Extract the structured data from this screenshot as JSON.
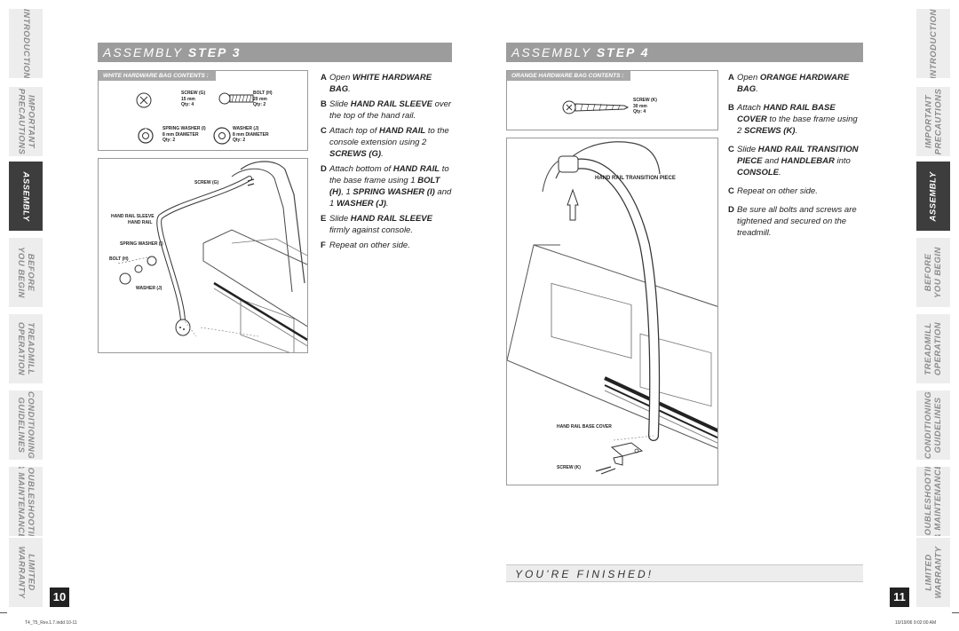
{
  "side_tabs": [
    "INTRODUCTION",
    "IMPORTANT\nPRECAUTIONS",
    "ASSEMBLY",
    "BEFORE\nYOU BEGIN",
    "TREADMILL\nOPERATION",
    "CONDITIONING\nGUIDELINES",
    "TROUBLESHOOTING\n& MAINTENANCE",
    "LIMITED\nWARRANTY"
  ],
  "active_tab_index": 2,
  "step3": {
    "title_prefix": "ASSEMBLY",
    "title_step": "STEP 3",
    "hardware_title": "WHITE HARDWARE BAG CONTENTS :",
    "parts": [
      {
        "name": "SCREW (G)",
        "spec": "15 mm",
        "qty": "Qty: 4"
      },
      {
        "name": "BOLT (H)",
        "spec": "20 mm",
        "qty": "Qty: 2"
      },
      {
        "name": "SPRING WASHER (I)",
        "spec": "8 mm DIAMETER",
        "qty": "Qty: 2"
      },
      {
        "name": "WASHER (J)",
        "spec": "8 mm DIAMETER",
        "qty": "Qty: 2"
      }
    ],
    "labels": {
      "screw": "SCREW (G)",
      "sleeve": "HAND RAIL SLEEVE",
      "rail": "HAND RAIL",
      "spring_washer": "SPRING WASHER (I)",
      "bolt": "BOLT (H)",
      "washer": "WASHER (J)"
    },
    "instructions": [
      {
        "letter": "A",
        "html": "Open <b>WHITE HARDWARE BAG</b>."
      },
      {
        "letter": "B",
        "html": "Slide <b>HAND RAIL SLEEVE</b> over the top of the hand rail."
      },
      {
        "letter": "C",
        "html": "Attach top of <b>HAND RAIL</b> to the console extension using 2 <b>SCREWS (G)</b>."
      },
      {
        "letter": "D",
        "html": "Attach bottom of <b>HAND RAIL</b> to the base frame using 1 <b>BOLT (H)</b>, 1 <b>SPRING WASHER (I)</b> and 1 <b>WASHER (J)</b>."
      },
      {
        "letter": "E",
        "html": "Slide <b>HAND RAIL SLEEVE</b> firmly against console."
      },
      {
        "letter": "F",
        "html": "Repeat on other side."
      }
    ]
  },
  "step4": {
    "title_prefix": "ASSEMBLY",
    "title_step": "STEP 4",
    "hardware_title": "ORANGE HARDWARE BAG CONTENTS :",
    "part": {
      "name": "SCREW (K)",
      "spec": "30 mm",
      "qty": "Qty: 4"
    },
    "labels": {
      "transition": "HAND RAIL TRANSITION PIECE",
      "base_cover": "HAND RAIL BASE COVER",
      "screw": "SCREW (K)"
    },
    "instructions": [
      {
        "letter": "A",
        "html": "Open <b>ORANGE HARDWARE BAG</b>."
      },
      {
        "letter": "B",
        "html": "Attach <b>HAND RAIL BASE COVER</b> to the base frame using 2 <b>SCREWS (K)</b>."
      },
      {
        "letter": "C",
        "html": "Slide <b>HAND RAIL TRANSITION PIECE</b> and <b>HANDLEBAR</b> into <b>CONSOLE</b>."
      },
      {
        "letter": "C",
        "html": "Repeat on other side."
      },
      {
        "letter": "D",
        "html": "Be sure all bolts and screws are tightened and secured on the treadmill."
      }
    ]
  },
  "finished": "YOU’RE FINISHED!",
  "page_left": "10",
  "page_right": "11",
  "footer_left": "T4_T5_Rev.1.7.indd   10-11",
  "footer_right": "10/19/06   9:02:00 AM"
}
